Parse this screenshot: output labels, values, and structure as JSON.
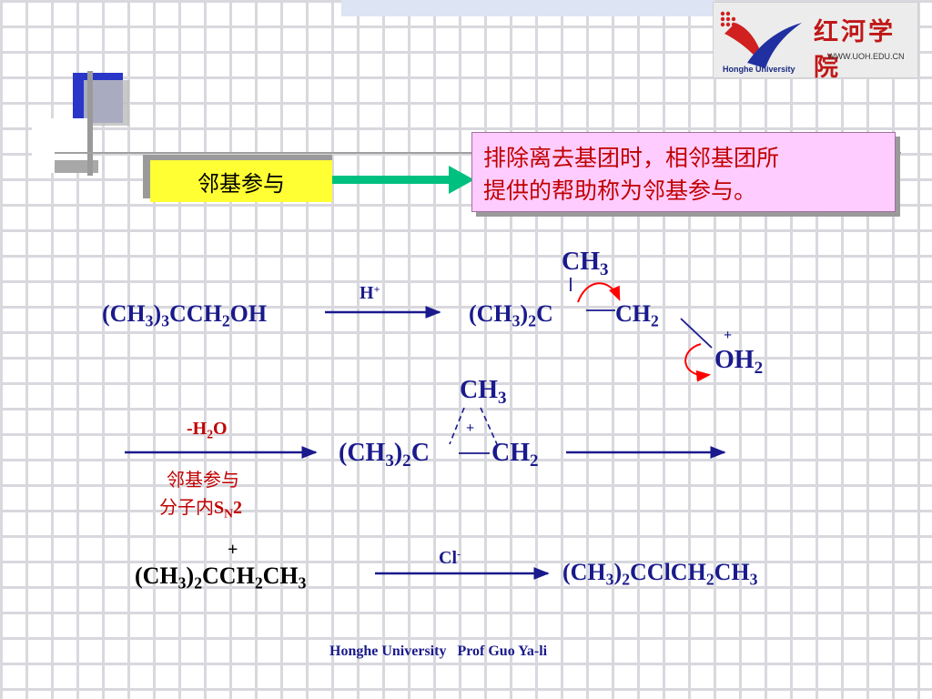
{
  "logo": {
    "name_cn": "红河学院",
    "url": "WWW.UOH.EDU.CN",
    "name_en": "Honghe University"
  },
  "concept": {
    "label": "邻基参与"
  },
  "definition": {
    "line1": "排除离去基团时，相邻基团所",
    "line2": "提供的帮助称为邻基参与。"
  },
  "reaction1": {
    "reactant": "(CH3)3CCH2OH",
    "reagent": "H+"
  },
  "reaction2": {
    "reagent": "-H2O",
    "note_line1": "邻基参与",
    "note_line2": "分子内SN2"
  },
  "reaction3": {
    "reactant": "(CH3)2CCH2CH3",
    "reagent": "Cl-",
    "product": "(CH3)2CClCH2CH3"
  },
  "footer": {
    "text": "Honghe University   Prof Guo Ya-li"
  },
  "colors": {
    "navy": "#1a1a8c",
    "red": "#c00000",
    "arrow_green": "#00c080",
    "label_yellow": "#ffff33",
    "box_pink": "#ffccff"
  }
}
